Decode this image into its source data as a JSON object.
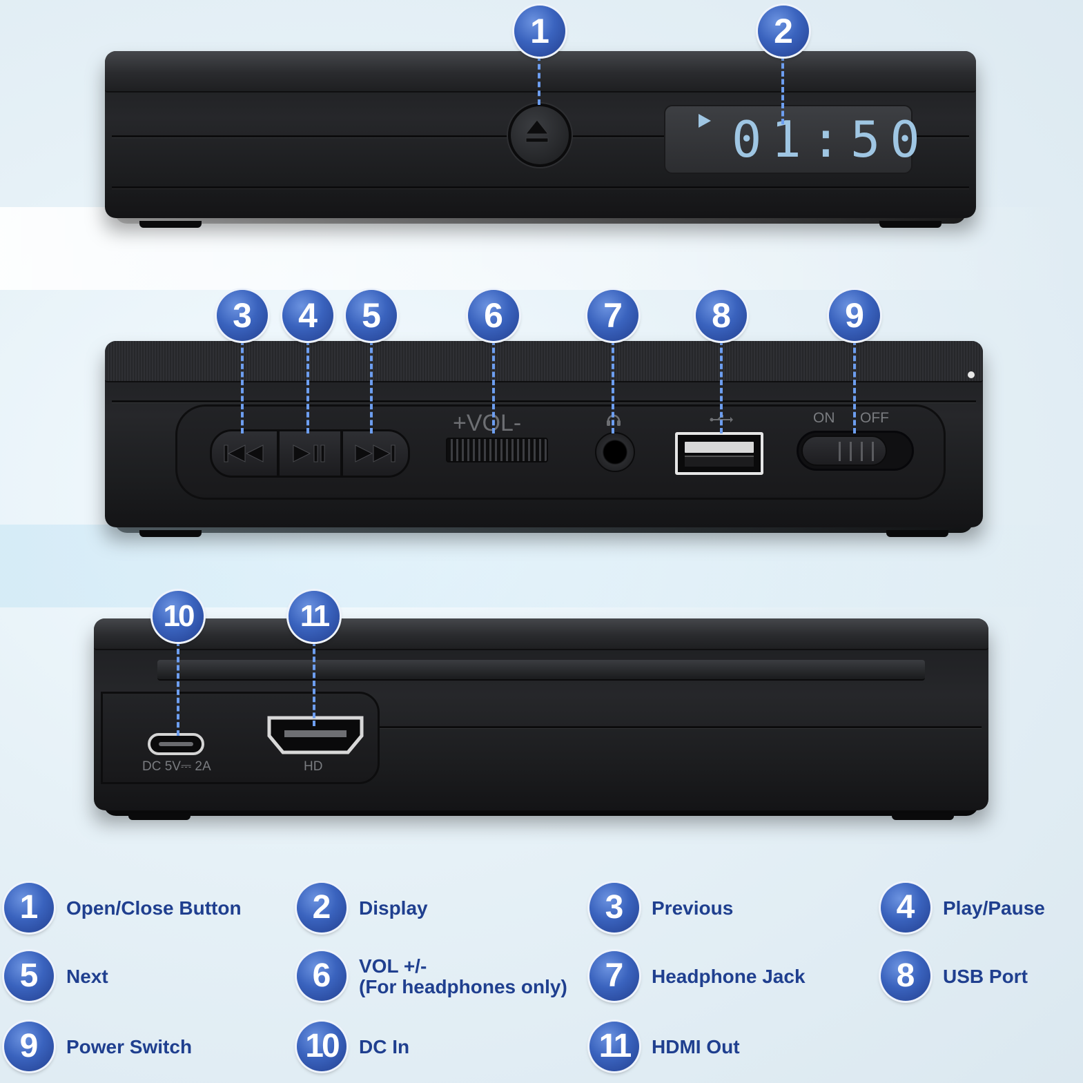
{
  "display": {
    "time": "01:50"
  },
  "ports": {
    "vol_label": "+VOL-",
    "on_label": "ON",
    "off_label": "OFF",
    "dc_label": "DC 5V⎓ 2A",
    "hd_label": "HD"
  },
  "callouts": [
    "1",
    "2",
    "3",
    "4",
    "5",
    "6",
    "7",
    "8",
    "9",
    "10",
    "11"
  ],
  "legend": [
    {
      "num": "1",
      "label": "Open/Close Button"
    },
    {
      "num": "2",
      "label": "Display"
    },
    {
      "num": "3",
      "label": "Previous"
    },
    {
      "num": "4",
      "label": "Play/Pause"
    },
    {
      "num": "5",
      "label": "Next"
    },
    {
      "num": "6",
      "label": "VOL +/-",
      "label2": "(For headphones only)"
    },
    {
      "num": "7",
      "label": "Headphone Jack"
    },
    {
      "num": "8",
      "label": "USB Port"
    },
    {
      "num": "9",
      "label": "Power Switch"
    },
    {
      "num": "10",
      "label": "DC In"
    },
    {
      "num": "11",
      "label": "HDMI Out"
    }
  ],
  "colors": {
    "badge": "#3a63be",
    "label": "#1f3f8f",
    "lcd": "#9fc6e3",
    "body": "#1f2023"
  }
}
